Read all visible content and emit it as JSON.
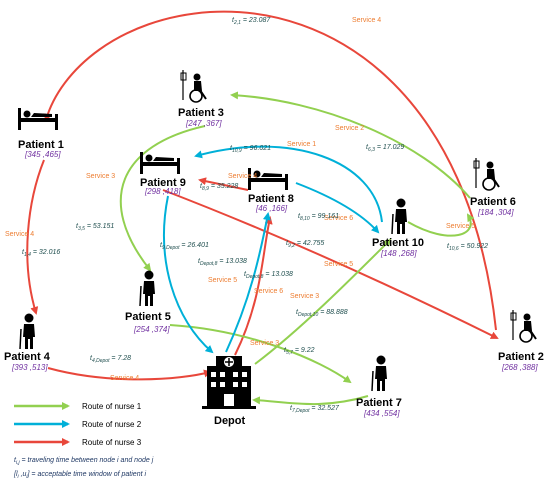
{
  "patients": {
    "p1": {
      "name": "Patient 1",
      "window": "[345 ,465]"
    },
    "p2": {
      "name": "Patient 2",
      "window": "[268 ,388]"
    },
    "p3": {
      "name": "Patient 3",
      "window": "[247 ,367]"
    },
    "p4": {
      "name": "Patient 4",
      "window": "[393 ,513]"
    },
    "p5": {
      "name": "Patient 5",
      "window": "[254 ,374]"
    },
    "p6": {
      "name": "Patient 6",
      "window": "[184 ,304]"
    },
    "p7": {
      "name": "Patient 7",
      "window": "[434 ,554]"
    },
    "p8": {
      "name": "Patient 8",
      "window": "[46 ,166]"
    },
    "p9": {
      "name": "Patient 9",
      "window": "[298 ,418]"
    },
    "p10": {
      "name": "Patient 10",
      "window": "[148 ,268]"
    }
  },
  "depot": {
    "name": "Depot"
  },
  "services": {
    "s1": "Service 1",
    "s2": "Service 2",
    "s3": "Service 3",
    "s4": "Service 4",
    "s5": "Service 5",
    "s6": "Service 6"
  },
  "travel_times": {
    "t21": "t",
    "t21_sub": "2,1",
    "t21_val": " = 23.087",
    "t14": "t",
    "t14_sub": "1,4",
    "t14_val": " = 32.016",
    "t4d": "t",
    "t4d_sub": "4,Depot",
    "t4d_val": " = 7.28",
    "t63": "t",
    "t63_sub": "6,3",
    "t63_val": " = 17.029",
    "t35": "t",
    "t35_sub": "3,5",
    "t35_val": " = 53.151",
    "t57": "t",
    "t57_sub": "5,7",
    "t57_val": " = 9.22",
    "t7d": "t",
    "t7d_sub": "7,Depot",
    "t7d_val": " = 32.527",
    "t109": "t",
    "t109_sub": "10,9",
    "t109_val": " = 96.021",
    "t810": "t",
    "t810_sub": "8,10",
    "t810_val": " = 99.161",
    "t106": "t",
    "t106_sub": "10,6",
    "t106_val": " = 50.922",
    "t89": "t",
    "t89_sub": "8,9",
    "t89_val": " = 35.228",
    "t9d": "t",
    "t9d_sub": "9,Depot",
    "t9d_val": " = 26.401",
    "td8a": "t",
    "td8a_sub": "Depot,8",
    "td8a_val": " = 13.038",
    "td8b": "t",
    "td8b_sub": "Depot,8",
    "td8b_val": " = 13.038",
    "t92": "t",
    "t92_sub": "9,2",
    "t92_val": " = 42.755",
    "td10": "t",
    "td10_sub": "Depot,10",
    "td10_val": " = 88.888"
  },
  "legend": {
    "nurse1": "Route of nurse 1",
    "nurse2": "Route of nurse 2",
    "nurse3": "Route of nurse 3",
    "note1_t": "t",
    "note1_sub": "i,j",
    "note1_rest": " = traveling time between node i and node j",
    "note2_a": "[l",
    "note2_sub1": "i",
    "note2_b": " ,u",
    "note2_sub2": "i",
    "note2_c": "] = acceptable time window of patient i"
  },
  "colors": {
    "nurse1": "#92d050",
    "nurse2": "#00b0d8",
    "nurse3": "#e8473b",
    "window": "#7030a0",
    "service": "#ed7d31"
  },
  "icons": {
    "patient_bed": "hospital-bed-icon",
    "patient_wheelchair": "wheelchair-iv-icon",
    "patient_cane": "cane-person-icon",
    "depot": "hospital-building-icon"
  }
}
